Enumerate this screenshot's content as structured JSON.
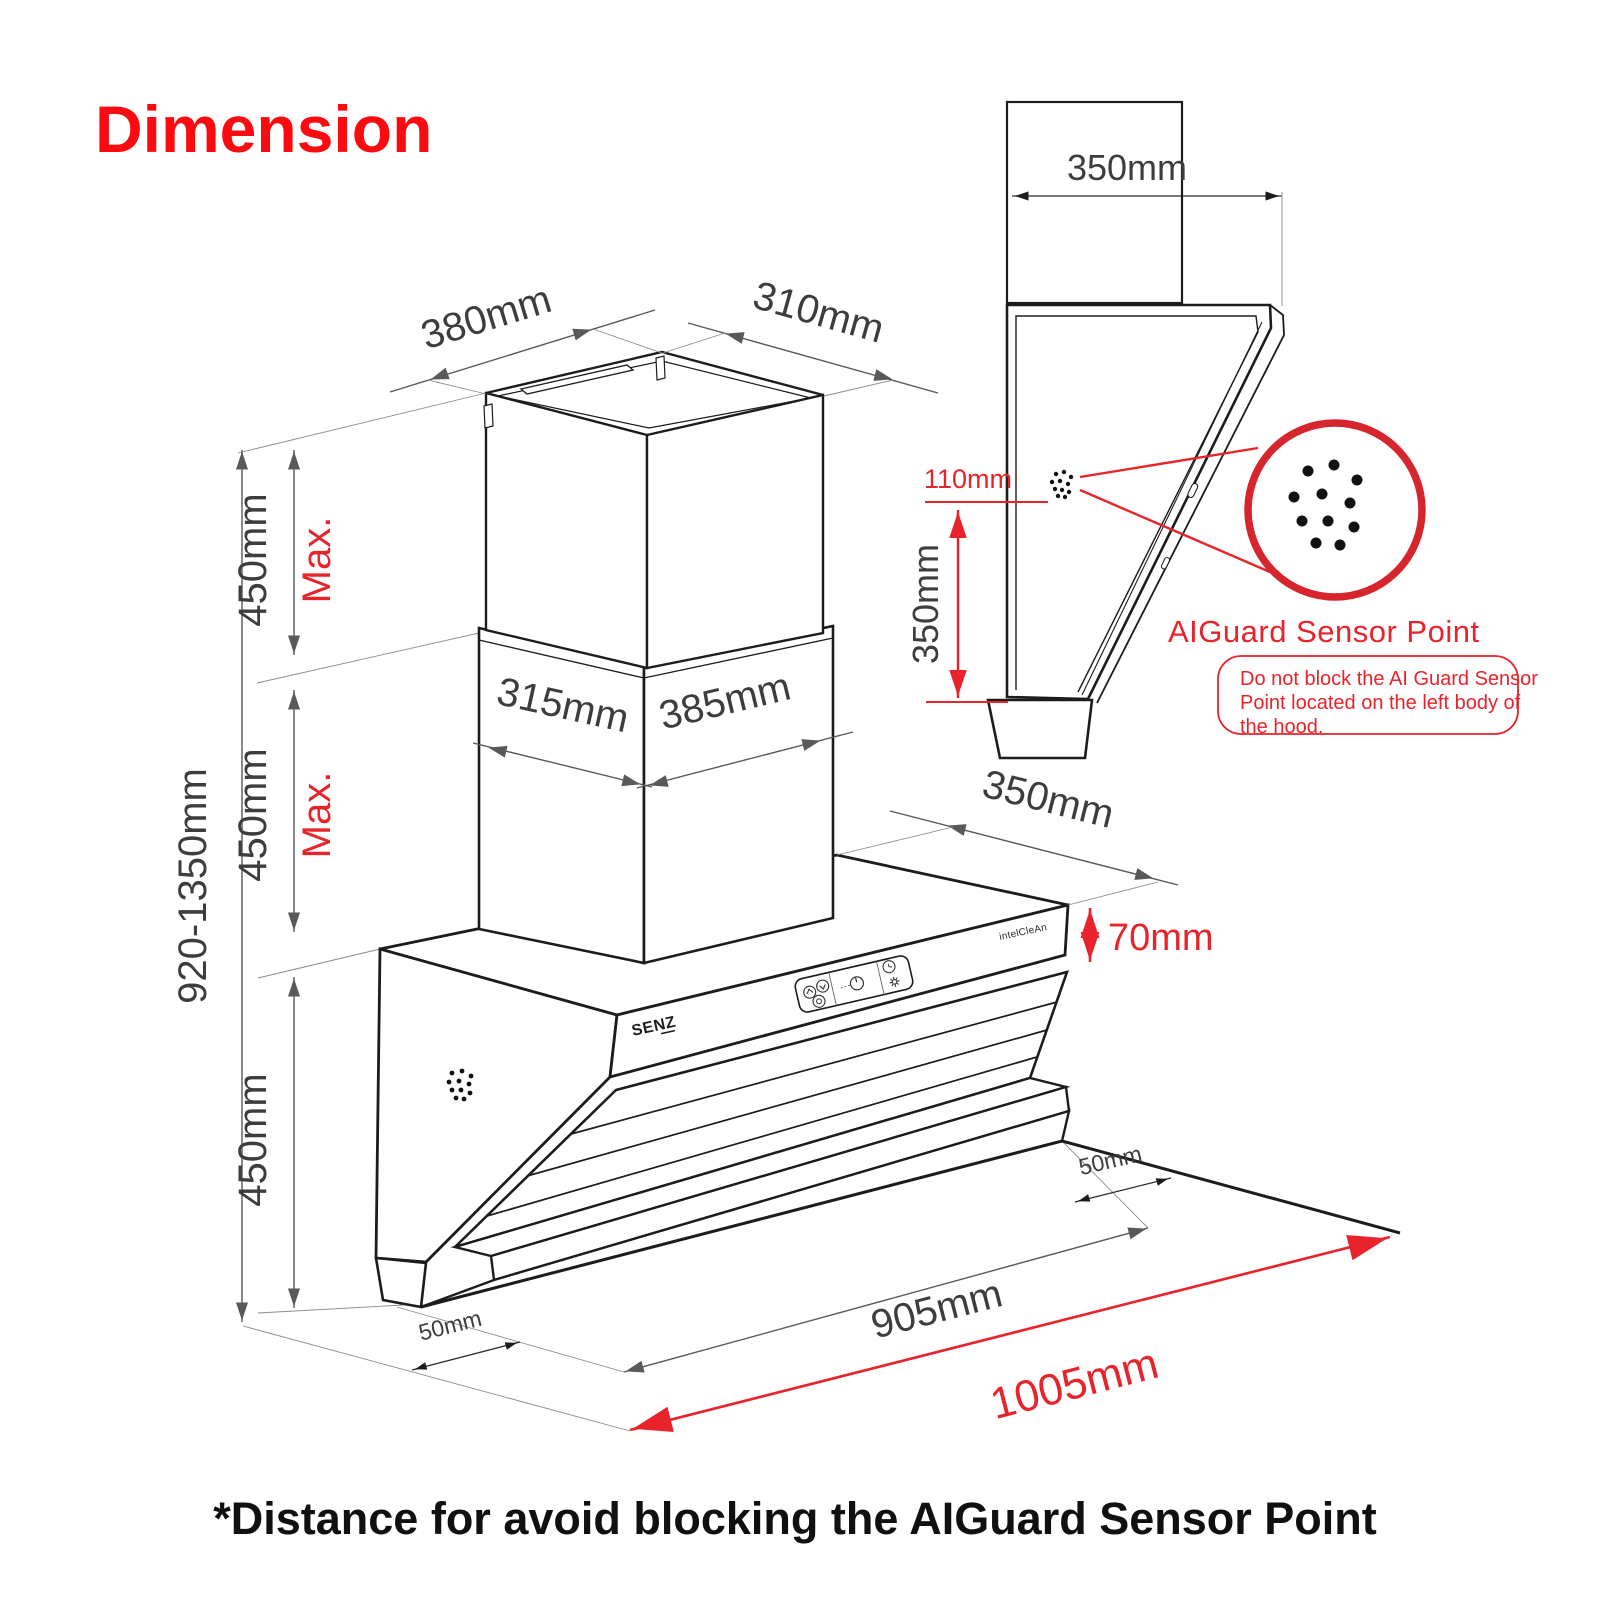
{
  "title": "Dimension",
  "caption": "*Distance for avoid blocking the AIGuard Sensor Point",
  "colors": {
    "red_title": "#fb0a0f",
    "red": "#e8232b",
    "red_circle": "#d6252c",
    "line_dark": "#1c1c1c",
    "dim_gray": "#58595b"
  },
  "iso_view": {
    "dim_chimney_top_width": "380mm",
    "dim_chimney_top_depth": "310mm",
    "dim_upper_section_height": "450mm",
    "dim_upper_section_note": "Max.",
    "dim_mid_section_width": "315mm",
    "dim_mid_section_depth": "385mm",
    "dim_mid_section_height": "450mm",
    "dim_mid_section_note": "Max.",
    "dim_total_height_range": "920-1350mm",
    "dim_body_height": "450mm",
    "dim_body_depth": "350mm",
    "dim_front_panel_height": "70mm",
    "dim_left_offset": "50mm",
    "dim_body_width": "905mm",
    "dim_total_width": "1005mm",
    "dim_right_offset": "50mm",
    "logo": "SENZ",
    "brand_right": "intelCleAn"
  },
  "side_view": {
    "dim_chimney_width": "350mm",
    "dim_sensor_offset": "110mm",
    "dim_sensor_height": "350mm",
    "callout_title": "AIGuard Sensor Point",
    "note_line1": "Do not block the AI Guard Sensor",
    "note_line2": "Point located on the left body of",
    "note_line3": "the hood."
  }
}
